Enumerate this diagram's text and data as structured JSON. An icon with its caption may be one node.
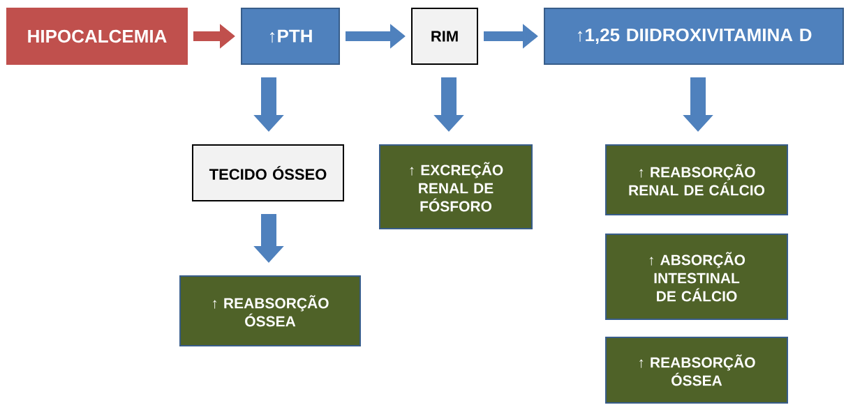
{
  "diagram": {
    "nodes": [
      {
        "text": [
          "HIPOCALCEMIA"
        ]
      },
      {
        "text": [
          "↑PTH"
        ]
      },
      {
        "text": [
          "RIM"
        ]
      },
      {
        "text": [
          "↑1,25 DIIDROXIVITAMINA D"
        ]
      },
      {
        "text": [
          "TECIDO ÓSSEO"
        ]
      },
      {
        "text": [
          "↑ EXCREÇÃO RENAL DE FÓSFORO"
        ]
      },
      {
        "text": [
          "↑ REABSORÇÃO ÓSSEA"
        ]
      },
      {
        "text": [
          "↑ REABSORÇÃO RENAL DE CÁLCIO"
        ]
      },
      {
        "text": [
          "↑ ABSORÇÃO INTESTINAL DE CÁLCIO"
        ]
      },
      {
        "text": [
          "↑ REABSORÇÃO ÓSSEA"
        ]
      }
    ],
    "edges": [
      {
        "from": 0,
        "to": 1,
        "arrow": "to",
        "color": "#c0504d"
      },
      {
        "from": 1,
        "to": 2,
        "arrow": "to"
      },
      {
        "from": 2,
        "to": 3,
        "arrow": "to"
      },
      {
        "from": 1,
        "to": 4,
        "arrow": "to"
      },
      {
        "from": 4,
        "to": 6,
        "arrow": "to"
      },
      {
        "from": 2,
        "to": 5,
        "arrow": "to"
      },
      {
        "from": 3,
        "to": 7,
        "arrow": "to"
      }
    ]
  }
}
